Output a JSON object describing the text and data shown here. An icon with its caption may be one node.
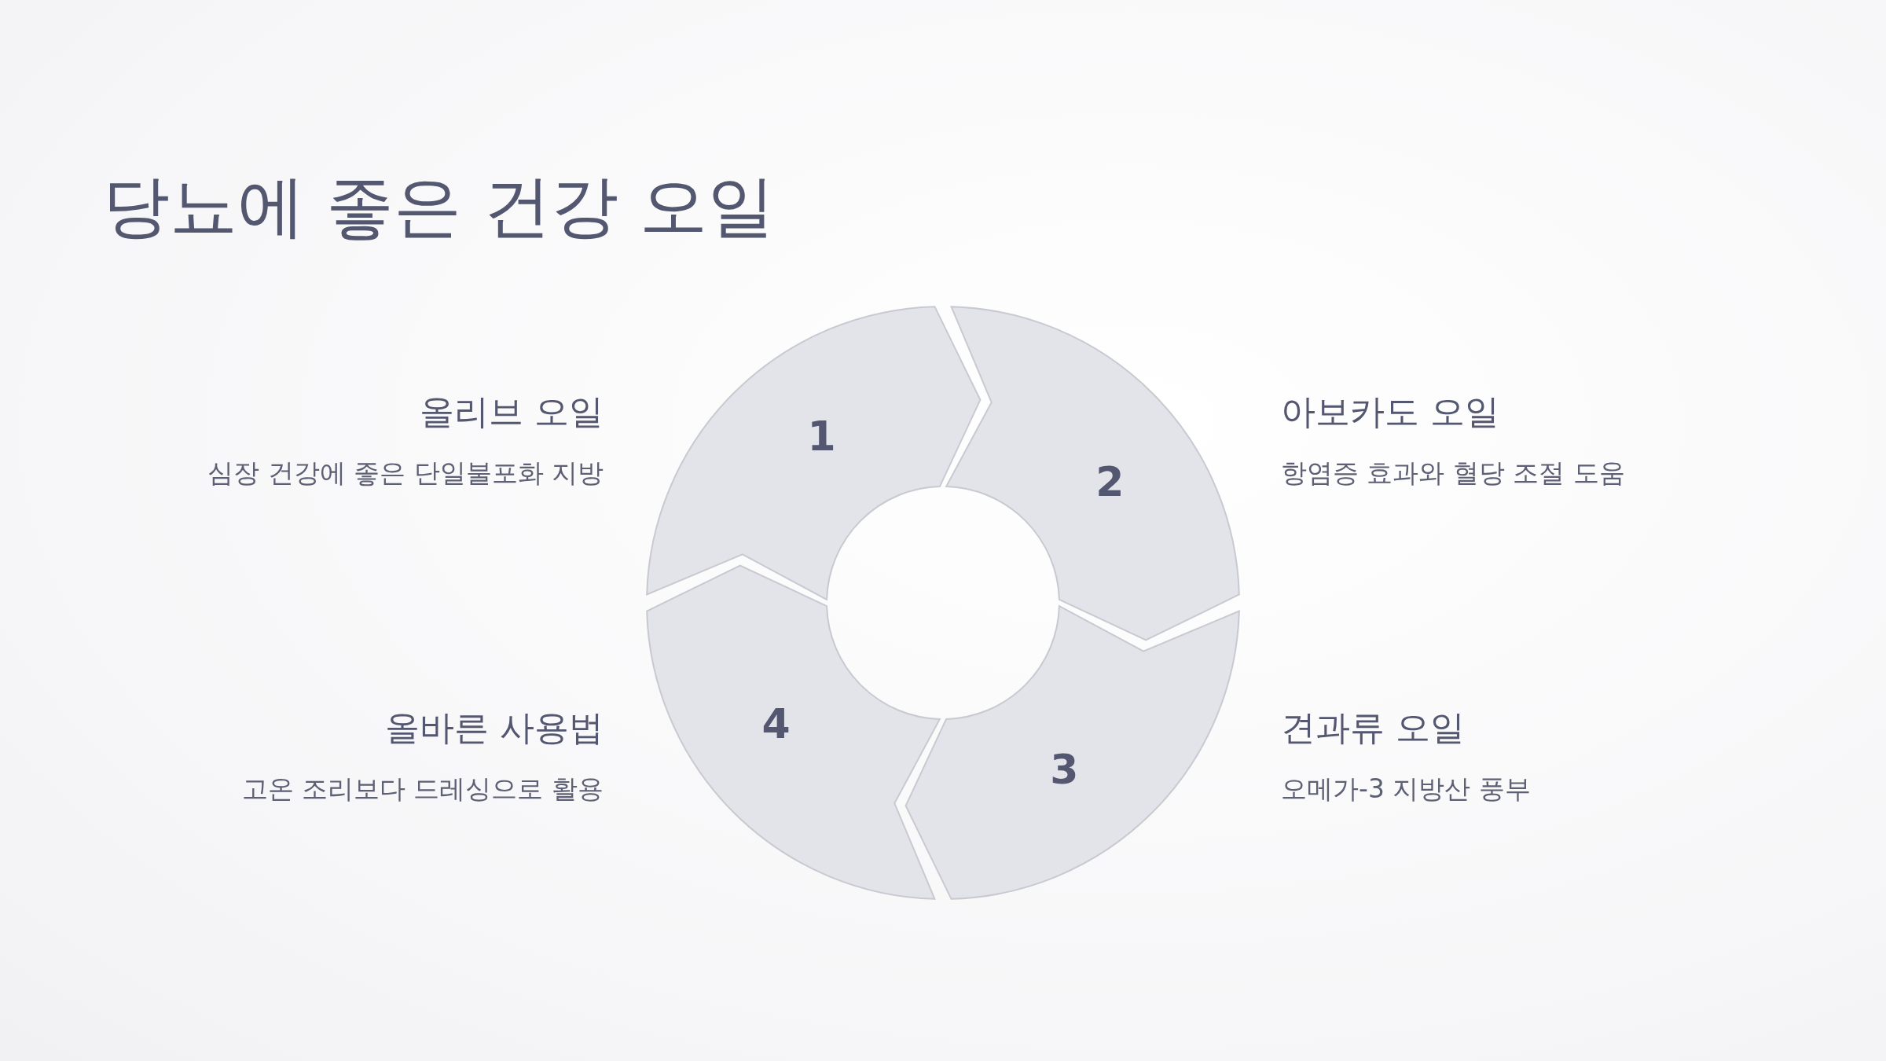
{
  "diagram": {
    "title": "당뇨에 좋은 건강 오일",
    "nodes": [
      {
        "text": [
          "1"
        ],
        "beside": [
          "올리브 오일",
          "심장 건강에 좋은 단일불포화 지방"
        ]
      },
      {
        "text": [
          "2"
        ],
        "beside": [
          "아보카도 오일",
          "항염증 효과와 혈당 조절 도움"
        ]
      },
      {
        "text": [
          "3"
        ],
        "beside": [
          "견과류 오일",
          "오메가-3 지방산 풍부"
        ]
      },
      {
        "text": [
          "4"
        ],
        "beside": [
          "올바른 사용법",
          "고온 조리보다 드레싱으로 활용"
        ]
      }
    ]
  }
}
